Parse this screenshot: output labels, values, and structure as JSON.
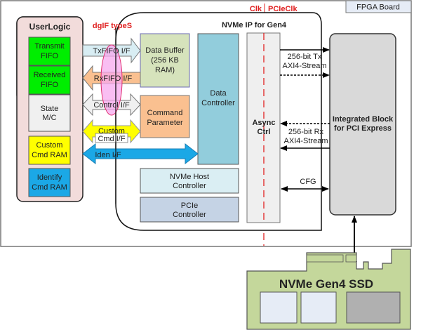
{
  "board": {
    "label": "FPGA Board"
  },
  "clock": {
    "left": "Clk",
    "right": "PCIeClk"
  },
  "user_logic": {
    "title": "UserLogic",
    "blocks": [
      {
        "line1": "Transmit",
        "line2": "FIFO",
        "color": "#00ee00"
      },
      {
        "line1": "Received",
        "line2": "FIFO",
        "color": "#00ee00"
      },
      {
        "line1": "State",
        "line2": "M/C",
        "color": "#f0f0f0"
      },
      {
        "line1": "Custom",
        "line2": "Cmd RAM",
        "color": "#ffff00"
      },
      {
        "line1": "Identify",
        "line2": "Cmd RAM",
        "color": "#1ba8e6"
      }
    ]
  },
  "dgif": {
    "label": "dgIF typeS"
  },
  "interfaces": {
    "txfifo": "TxFIFO I/F",
    "rxfifo": "RxFIFO I/F",
    "control": "Control I/F",
    "custom_line1": "Custom",
    "custom_line2": "Cmd I/F",
    "iden": "Iden I/F"
  },
  "nvme_ip": {
    "title": "NVMe IP for Gen4",
    "data_buffer": {
      "line1": "Data Buffer",
      "line2": "(256 KB",
      "line3": "RAM)"
    },
    "command_parameter": {
      "line1": "Command",
      "line2": "Parameter"
    },
    "data_controller": {
      "line1": "Data",
      "line2": "Controller"
    },
    "nvme_host_controller": {
      "line1": "NVMe Host",
      "line2": "Controller"
    },
    "pcie_controller": {
      "line1": "PCIe",
      "line2": "Controller"
    },
    "async_ctrl": {
      "line1": "Async",
      "line2": "Ctrl"
    }
  },
  "links": {
    "tx_line1": "256-bit Tx",
    "tx_line2": "AXI4-Stream",
    "rx_line1": "256-bit Rx",
    "rx_line2": "AXI4-Stream",
    "cfg": "CFG"
  },
  "pcie_block": {
    "line1": "Integrated Block",
    "line2": "for PCI Express"
  },
  "ssd": {
    "label": "NVMe Gen4 SSD"
  }
}
